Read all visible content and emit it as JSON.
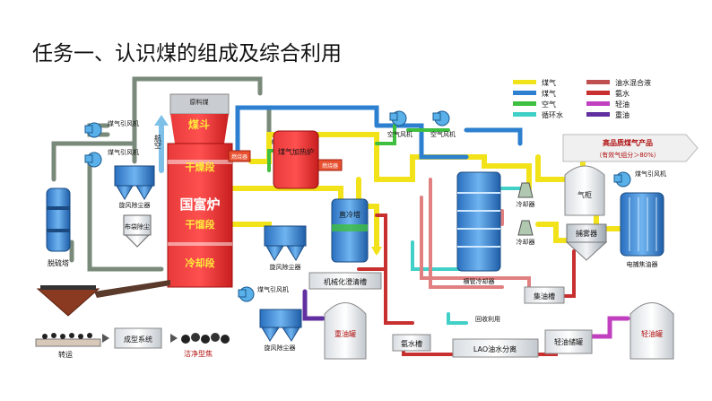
{
  "page": {
    "title": "任务一、认识煤的组成及综合利用"
  },
  "legend": [
    {
      "label": "煤气",
      "color": "#f2e21a"
    },
    {
      "label": "煤气",
      "color": "#2d7fd0"
    },
    {
      "label": "空气",
      "color": "#3fbf3f"
    },
    {
      "label": "循环水",
      "color": "#40d0c8"
    },
    {
      "label": "油水混合液",
      "color": "#c05050"
    },
    {
      "label": "氨水",
      "color": "#c83030"
    },
    {
      "label": "轻油",
      "color": "#c040c0"
    },
    {
      "label": "重油",
      "color": "#6030a0"
    }
  ],
  "product": {
    "line1": "高品质煤气产品",
    "line2": "（有效气组分＞80%）"
  },
  "labels": {
    "raw_coal": "原料煤",
    "coal_bucket": "煤斗",
    "air": "航空",
    "dry_section": "干燥段",
    "furnace": "国富炉",
    "dist_section": "干馏段",
    "cool_section": "冷却段",
    "gas_fan1": "煤气引风机",
    "gas_fan2": "煤气引风机",
    "cyclone1": "旋风除尘器",
    "bag_filter": "布袋除尘",
    "desulf": "脱硫塔",
    "cyclone2": "旋风除尘器",
    "cyclone3": "旋风除尘器",
    "gas_fan3": "煤气引风机",
    "burner1": "燃烧器",
    "burner2": "燃烧器",
    "gas_heater": "煤气加热炉",
    "direct_cooler": "直冷塔",
    "air_fan1": "空气风机",
    "air_fan2": "空气风机",
    "mech_tank": "机械化澄清槽",
    "tube_cooler": "横管冷却器",
    "cooler1": "冷却器",
    "cooler2": "冷却器",
    "gas_holder": "气柜",
    "gas_fan4": "煤气引风机",
    "catcher": "捕雾器",
    "esp": "电捕焦油器",
    "heavy_oil_tank": "重油罐",
    "ammonia_tank": "氨水槽",
    "sump": "集油槽",
    "lao_tank": "LAO油水分离",
    "reuse": "回收利用",
    "light_oil_tank": "轻油储罐",
    "oil_tank3": "轻油罐",
    "molding": "成型系统",
    "clean_coke": "洁净型焦",
    "transfer": "转运"
  }
}
